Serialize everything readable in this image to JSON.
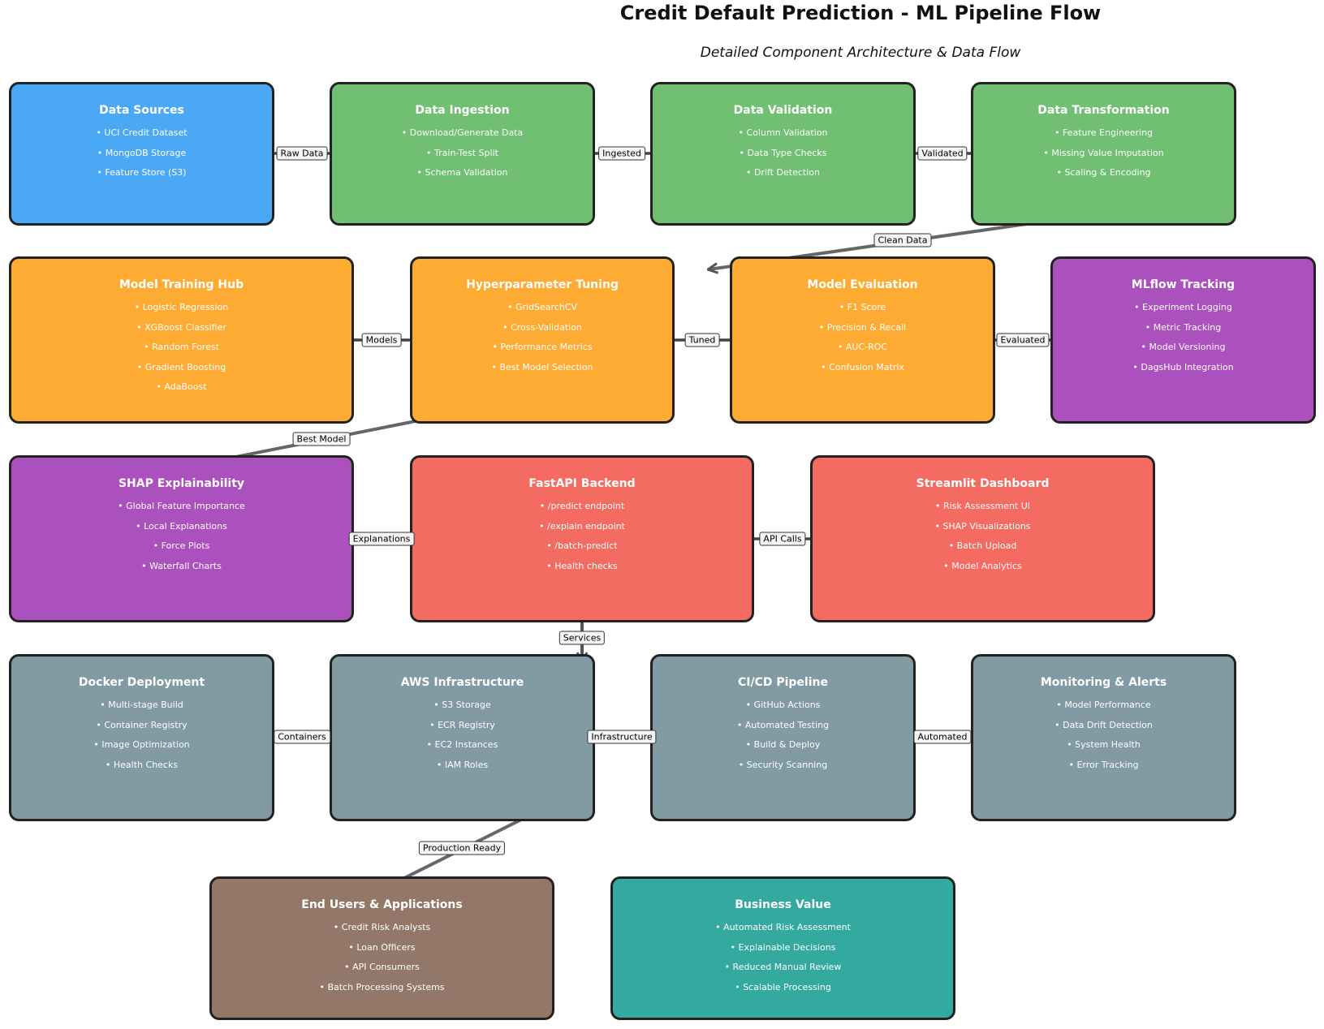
{
  "header": {
    "title": "Credit Default Prediction - ML Pipeline Flow",
    "subtitle": "Detailed Component Architecture & Data Flow"
  },
  "colors": {
    "data_sources": "#4aa8f5",
    "data_stages": "#70bf72",
    "model_stages": "#fdab33",
    "tracking": "#ab51bd",
    "serving": "#f46b61",
    "infrastructure": "#819aa3",
    "users": "#937869",
    "business": "#33a9a0"
  },
  "boxes": {
    "data_sources": {
      "title": "Data Sources",
      "items": [
        "• UCI Credit Dataset",
        "• MongoDB Storage",
        "• Feature Store (S3)"
      ]
    },
    "data_ingestion": {
      "title": "Data Ingestion",
      "items": [
        "• Download/Generate Data",
        "• Train-Test Split",
        "• Schema Validation"
      ]
    },
    "data_validation": {
      "title": "Data Validation",
      "items": [
        "• Column Validation",
        "• Data Type Checks",
        "• Drift Detection"
      ]
    },
    "data_transformation": {
      "title": "Data Transformation",
      "items": [
        "• Feature Engineering",
        "• Missing Value Imputation",
        "• Scaling & Encoding"
      ]
    },
    "model_training": {
      "title": "Model Training Hub",
      "items": [
        "• Logistic Regression",
        "• XGBoost Classifier",
        "• Random Forest",
        "• Gradient Boosting",
        "• AdaBoost"
      ]
    },
    "hyperparameter": {
      "title": "Hyperparameter Tuning",
      "items": [
        "• GridSearchCV",
        "• Cross-Validation",
        "• Performance Metrics",
        "• Best Model Selection"
      ]
    },
    "model_evaluation": {
      "title": "Model Evaluation",
      "items": [
        "• F1 Score",
        "• Precision & Recall",
        "• AUC-ROC",
        "• Confusion Matrix"
      ]
    },
    "mlflow": {
      "title": "MLflow Tracking",
      "items": [
        "• Experiment Logging",
        "• Metric Tracking",
        "• Model Versioning",
        "• DagsHub Integration"
      ]
    },
    "shap": {
      "title": "SHAP Explainability",
      "items": [
        "• Global Feature Importance",
        "• Local Explanations",
        "• Force Plots",
        "• Waterfall Charts"
      ]
    },
    "fastapi": {
      "title": "FastAPI Backend",
      "items": [
        "• /predict endpoint",
        "• /explain endpoint",
        "• /batch-predict",
        "• Health checks"
      ]
    },
    "streamlit": {
      "title": "Streamlit Dashboard",
      "items": [
        "• Risk Assessment UI",
        "• SHAP Visualizations",
        "• Batch Upload",
        "• Model Analytics"
      ]
    },
    "docker": {
      "title": "Docker Deployment",
      "items": [
        "• Multi-stage Build",
        "• Container Registry",
        "• Image Optimization",
        "• Health Checks"
      ]
    },
    "aws": {
      "title": "AWS Infrastructure",
      "items": [
        "• S3 Storage",
        "• ECR Registry",
        "• EC2 Instances",
        "• IAM Roles"
      ]
    },
    "cicd": {
      "title": "CI/CD Pipeline",
      "items": [
        "• GitHub Actions",
        "• Automated Testing",
        "• Build & Deploy",
        "• Security Scanning"
      ]
    },
    "monitoring": {
      "title": "Monitoring & Alerts",
      "items": [
        "• Model Performance",
        "• Data Drift Detection",
        "• System Health",
        "• Error Tracking"
      ]
    },
    "end_users": {
      "title": "End Users & Applications",
      "items": [
        "• Credit Risk Analysts",
        "• Loan Officers",
        "• API Consumers",
        "• Batch Processing Systems"
      ]
    },
    "business": {
      "title": "Business Value",
      "items": [
        "• Automated Risk Assessment",
        "• Explainable Decisions",
        "• Reduced Manual Review",
        "• Scalable Processing"
      ]
    }
  },
  "edges": {
    "raw_data": "Raw Data",
    "ingested": "Ingested",
    "validated": "Validated",
    "clean_data": "Clean Data",
    "models": "Models",
    "tuned": "Tuned",
    "evaluated": "Evaluated",
    "best_model": "Best Model",
    "explanations": "Explanations",
    "api_calls": "API Calls",
    "services": "Services",
    "containers": "Containers",
    "infrastructure": "Infrastructure",
    "automated": "Automated",
    "production_ready": "Production Ready"
  }
}
